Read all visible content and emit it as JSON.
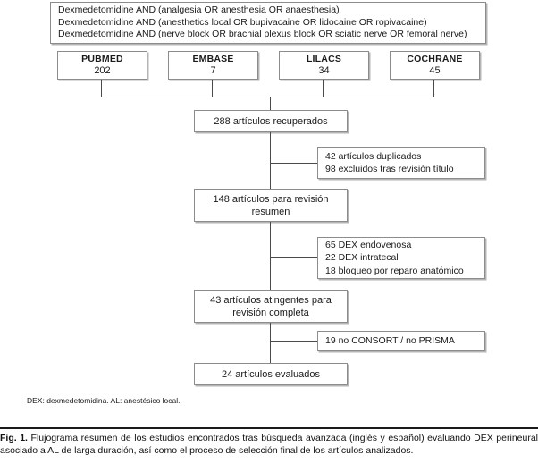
{
  "figure": {
    "query_box": {
      "lines": [
        "Dexmedetomidine AND (analgesia OR anesthesia OR anaesthesia)",
        "Dexmedetomidine AND (anesthetics local OR bupivacaine OR lidocaine OR ropivacaine)",
        "Dexmedetomidine AND (nerve block OR brachial plexus block OR sciatic nerve OR femoral nerve)"
      ]
    },
    "databases": [
      {
        "name": "PUBMED",
        "count": "202"
      },
      {
        "name": "EMBASE",
        "count": "7"
      },
      {
        "name": "LILACS",
        "count": "34"
      },
      {
        "name": "COCHRANE",
        "count": "45"
      }
    ],
    "stages": [
      {
        "id": "retrieved",
        "lines": [
          "288 artículos recuperados"
        ]
      },
      {
        "id": "abstract-review",
        "lines": [
          "148 artículos para revisión",
          "resumen"
        ]
      },
      {
        "id": "full-review",
        "lines": [
          "43 artículos atingentes para",
          "revisión completa"
        ]
      },
      {
        "id": "evaluated",
        "lines": [
          "24 artículos evaluados"
        ]
      }
    ],
    "exclusions": [
      {
        "id": "duplicates",
        "lines": [
          "42 artículos duplicados",
          "98 excluidos tras revisión título"
        ]
      },
      {
        "id": "route",
        "lines": [
          "65 DEX endovenosa",
          "22 DEX intratecal",
          "18 bloqueo por reparo anatómico"
        ]
      },
      {
        "id": "reporting",
        "lines": [
          "19 no CONSORT / no PRISMA"
        ]
      }
    ],
    "footnote": "DEX: dexmedetomidina. AL: anestésico local.",
    "caption": {
      "label": "Fig. 1.",
      "text": "Flujograma resumen de los estudios encontrados tras búsqueda avanzada (inglés y español) evaluando DEX perineural asociado a AL de larga duración, así como el proceso de selección final de los artículos analizados."
    },
    "colors": {
      "box_border": "#8c8c8c",
      "box_shadow": "#b5b5b5",
      "connector": "#4a4a4a",
      "text": "#1a1a1a",
      "background": "#ffffff"
    }
  }
}
